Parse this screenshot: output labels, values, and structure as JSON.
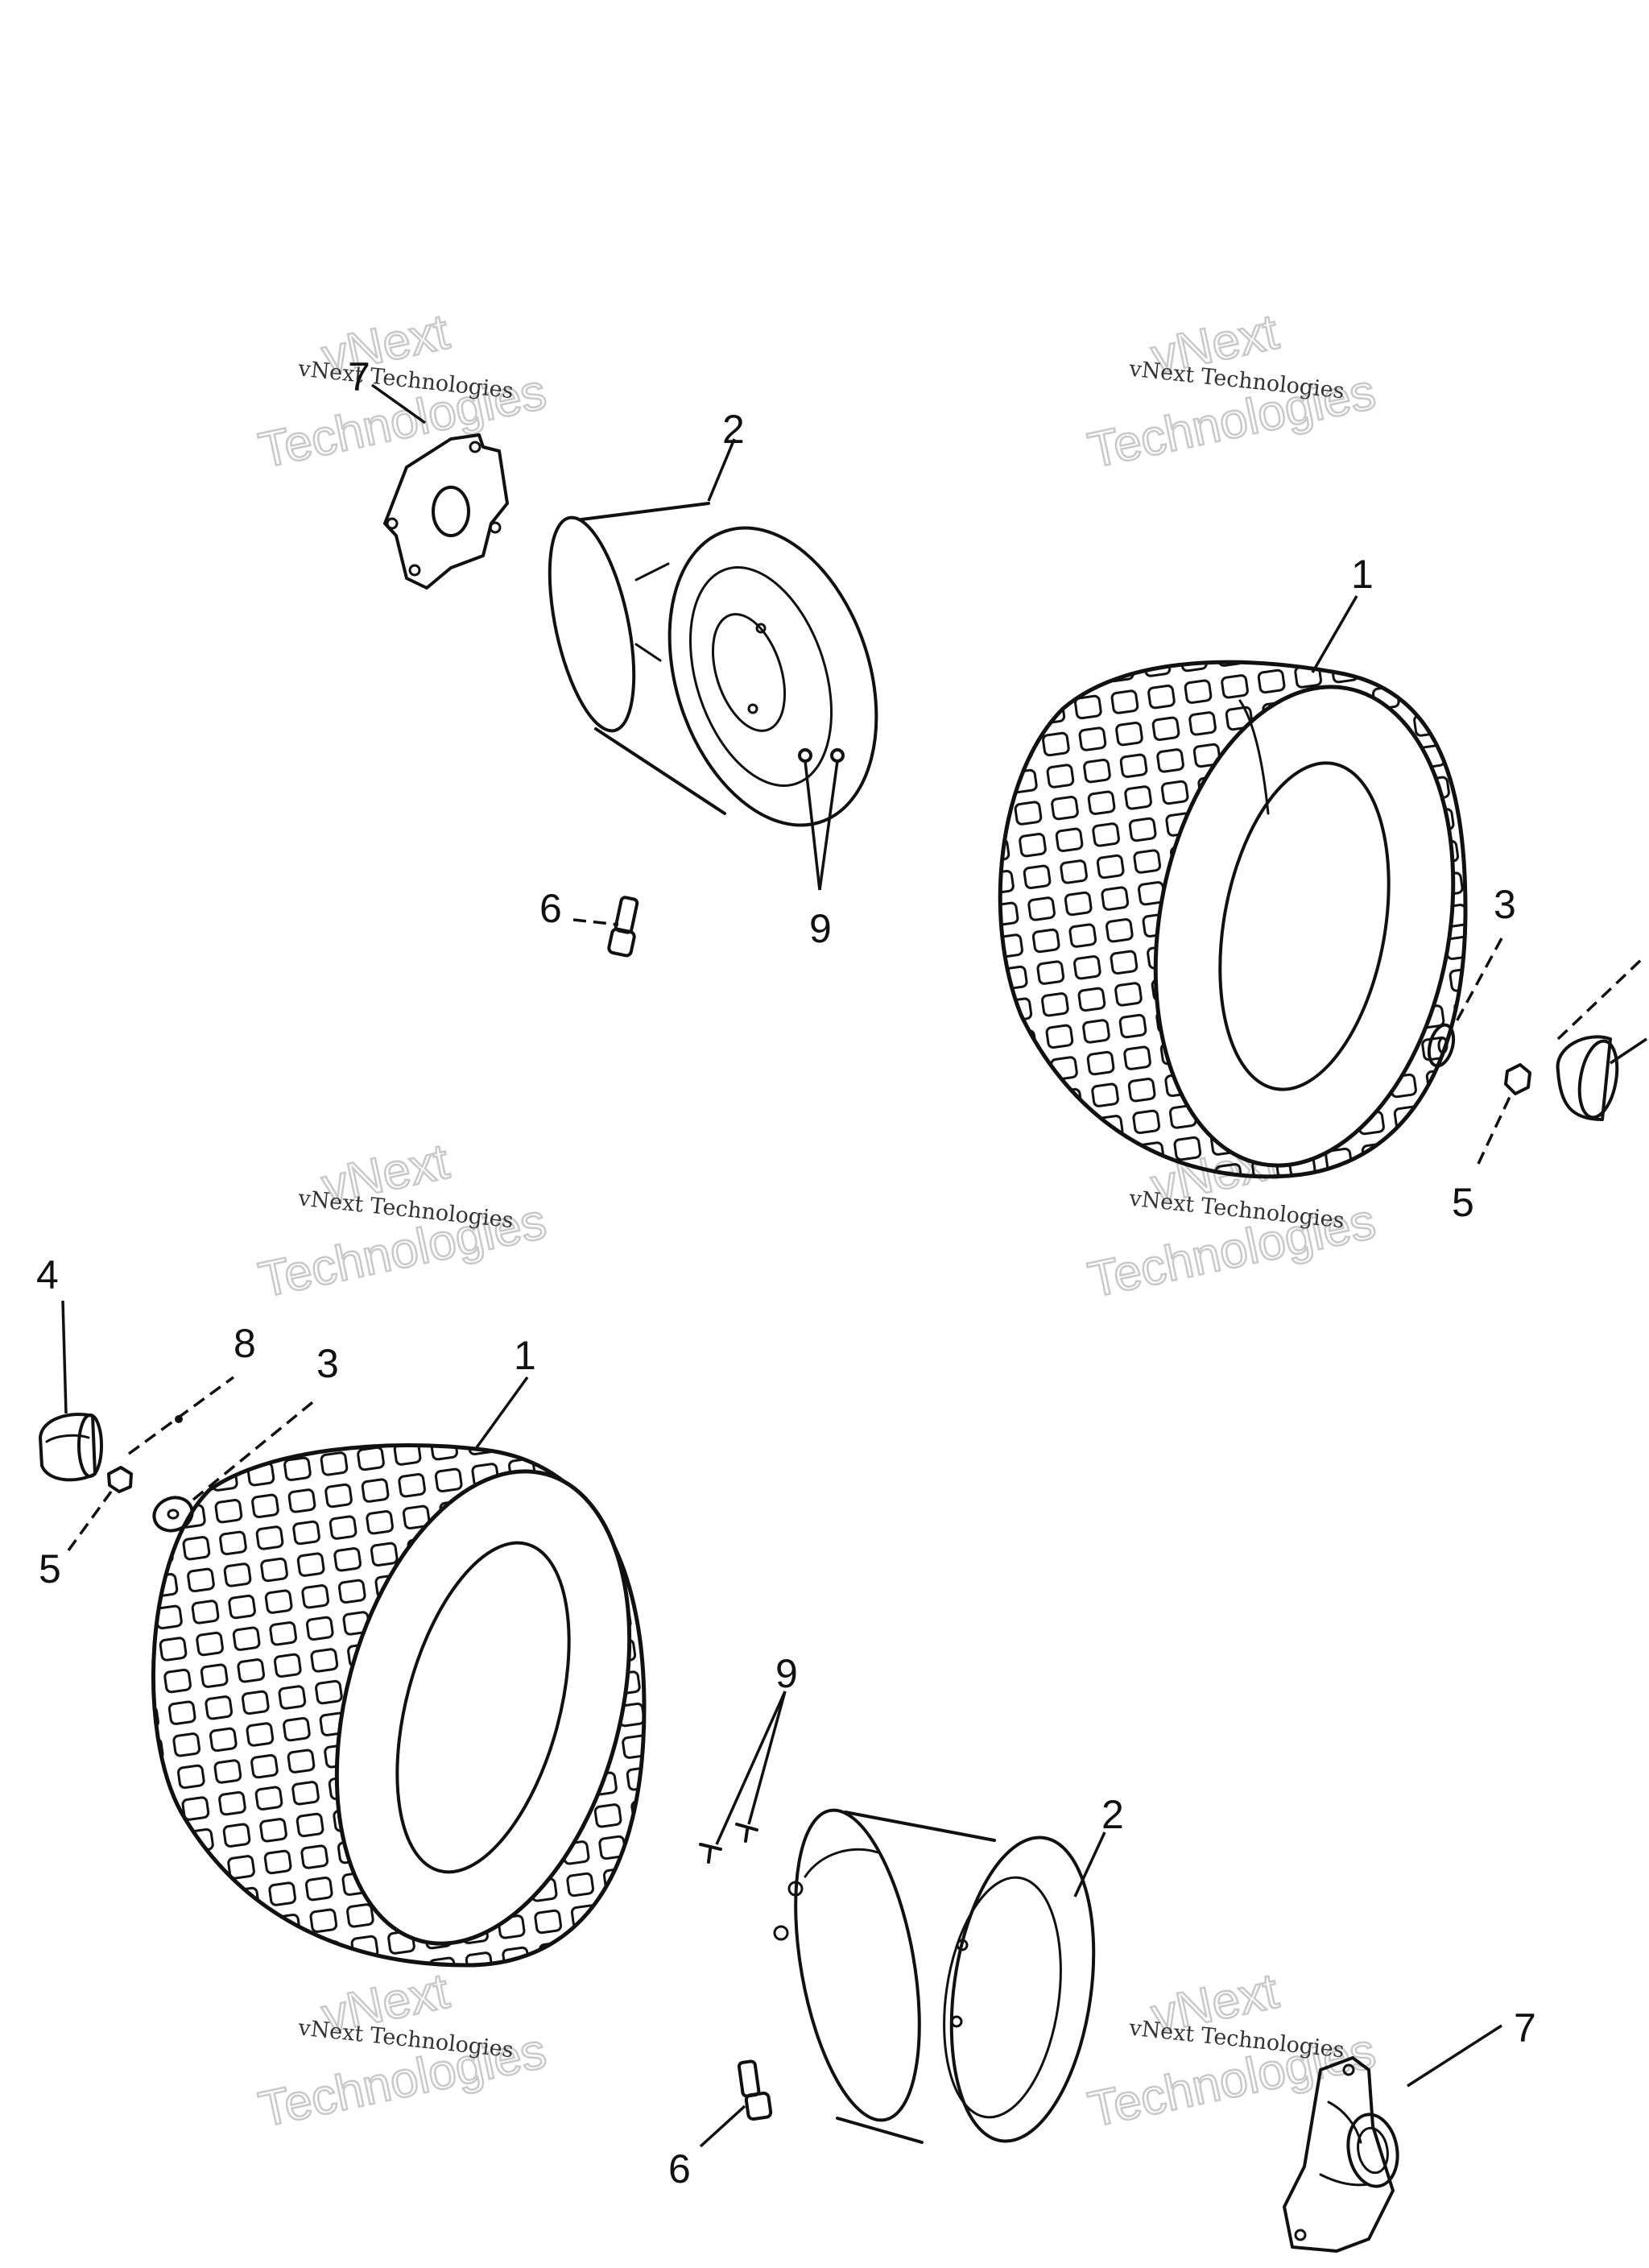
{
  "diagram": {
    "watermark": {
      "small": "vNext Technologies",
      "big_line1": "vNext",
      "big_line2": "Technologies"
    },
    "callouts": {
      "upper_wheel_hub": "7",
      "upper_rim": "2",
      "upper_tire": "1",
      "upper_valve": "6",
      "upper_rim_bolts": "9",
      "upper_washer": "3",
      "upper_nut": "5",
      "lower_cap": "4",
      "lower_pin": "8",
      "lower_washer": "3",
      "lower_nut": "5",
      "lower_tire": "1",
      "lower_rim_bolts": "9",
      "lower_rim": "2",
      "lower_hub": "7",
      "lower_valve": "6"
    }
  }
}
